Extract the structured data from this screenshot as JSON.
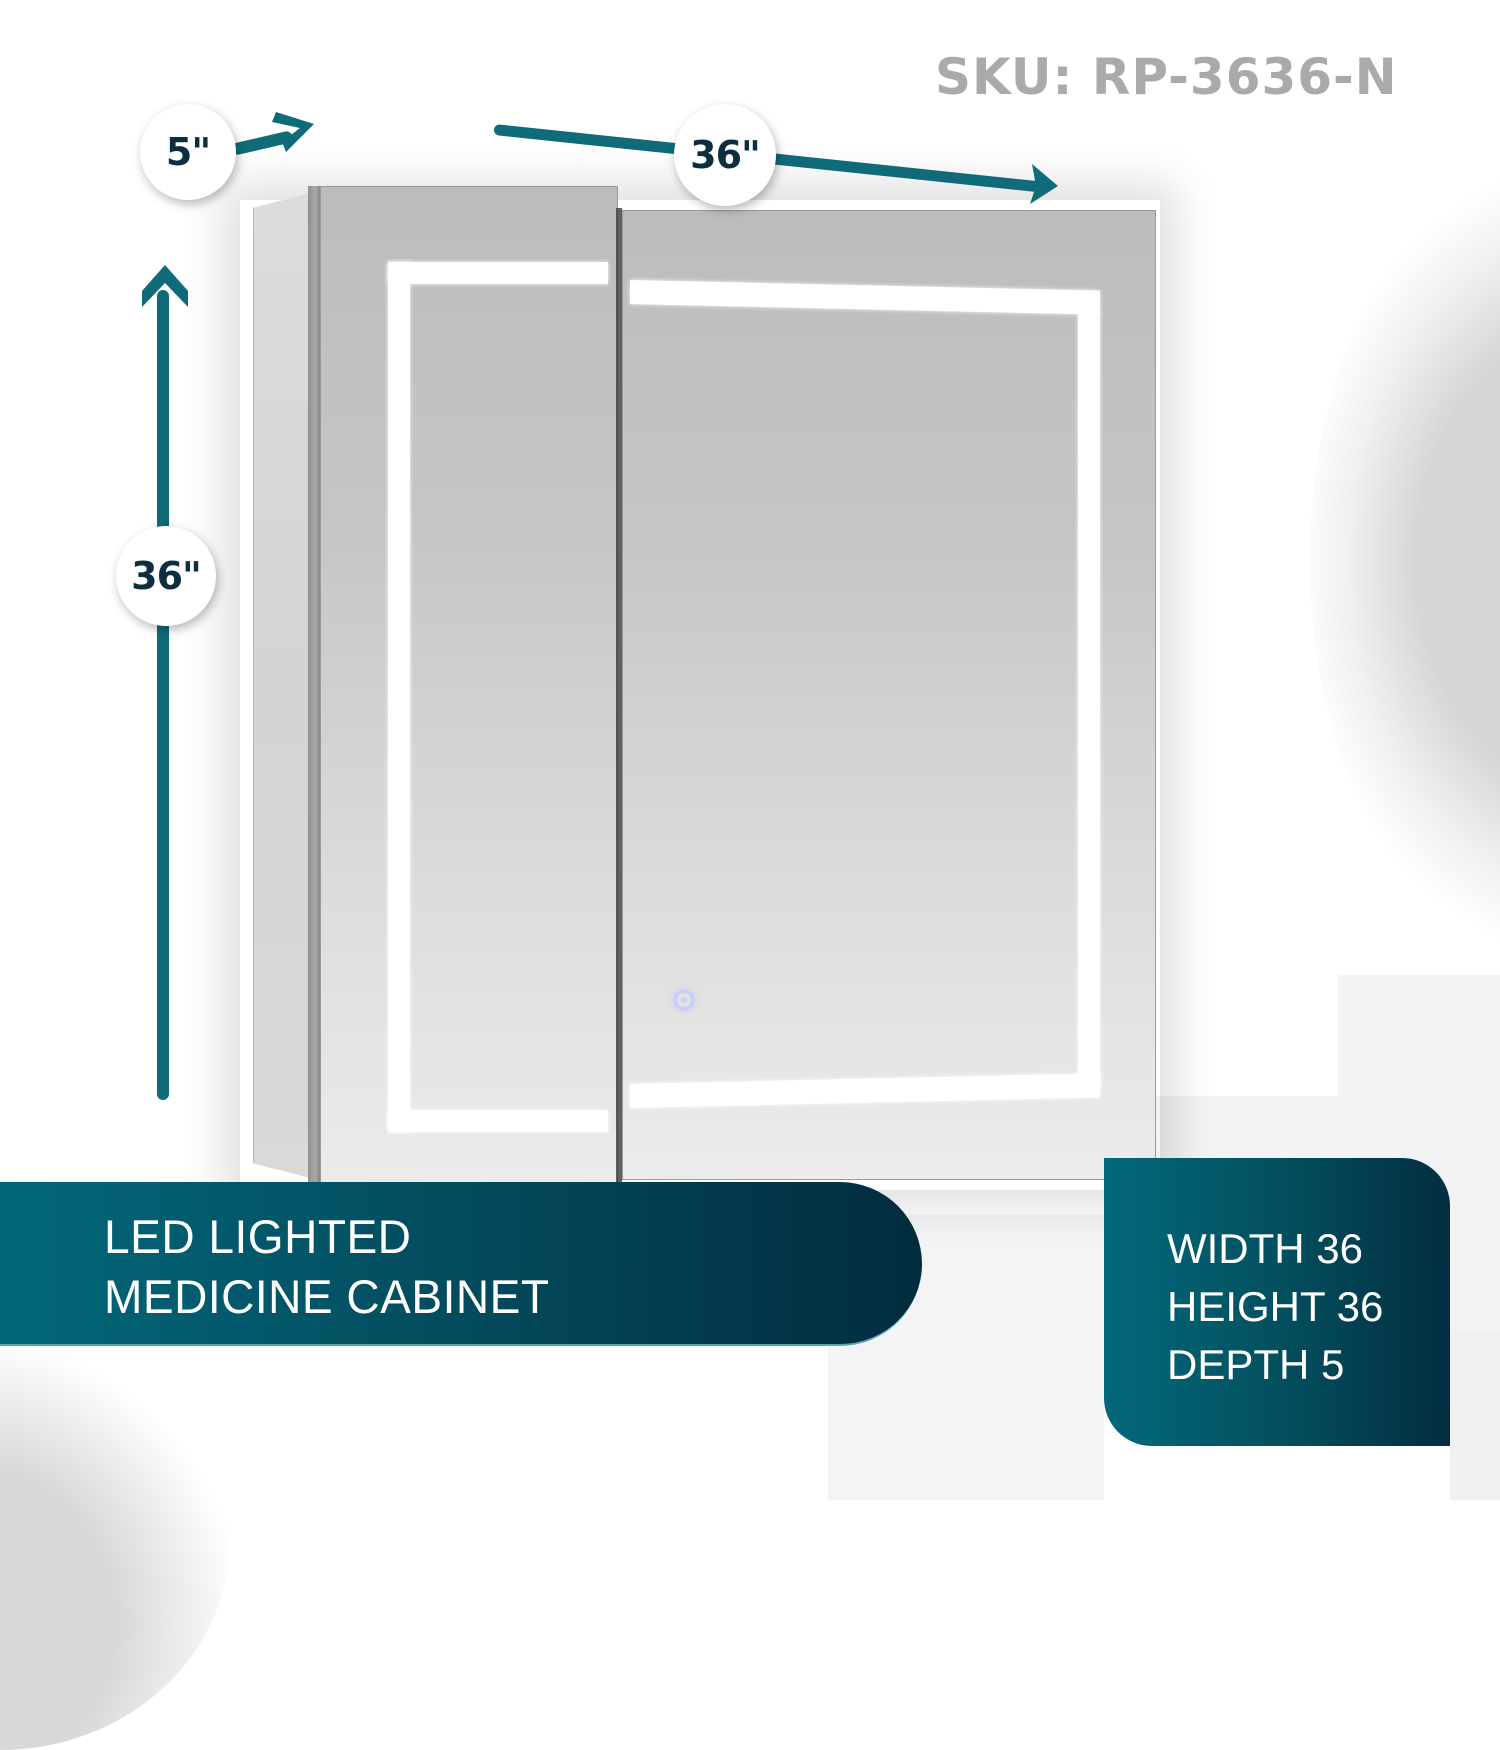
{
  "header": {
    "sku": "SKU: RP-3636-N"
  },
  "dimensions": {
    "depth_label": "5\"",
    "width_label": "36\"",
    "height_label": "36\""
  },
  "product": {
    "title_line1": "LED LIGHTED",
    "title_line2": "MEDICINE CABINET"
  },
  "specs": {
    "width": "WIDTH 36",
    "height": "HEIGHT 36",
    "depth": "DEPTH 5"
  },
  "icons": {
    "touch_sensor": "power-touch-icon",
    "arrows": [
      "arrow-right-depth",
      "arrow-right-width",
      "arrow-up-height"
    ]
  },
  "colors": {
    "accent_teal": "#0f6a79",
    "banner_start": "#02677a",
    "banner_end": "#022c3e",
    "dimension_text": "#0d2e3e",
    "sku_text": "#aaaaaa",
    "background": "#ffffff"
  }
}
